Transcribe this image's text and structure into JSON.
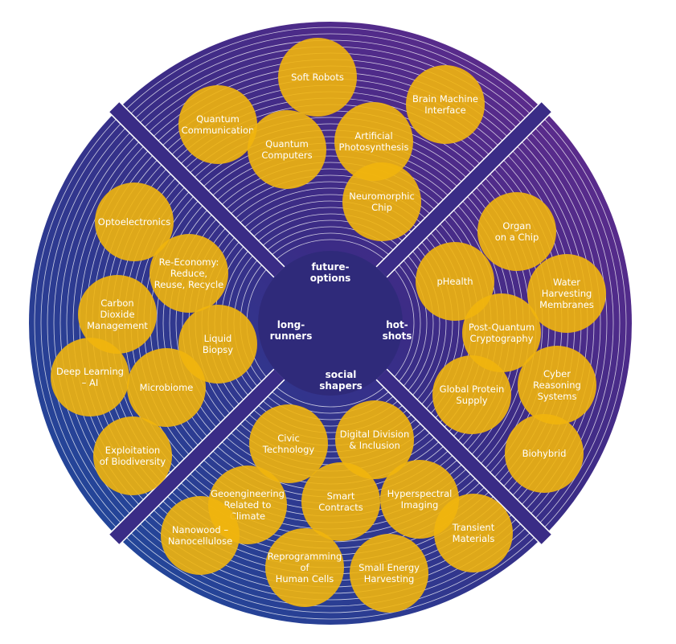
{
  "colors": {
    "bg_start": "#1b4fa0",
    "bg_mid": "#3a2c86",
    "bg_end": "#6a2a8e",
    "core": "#2f2a7a",
    "bubble": "#f1b50d",
    "ring": "#ffffff"
  },
  "center_labels": {
    "top": [
      "future-",
      "options"
    ],
    "left": [
      "long-",
      "runners"
    ],
    "right": [
      "hot-",
      "shots"
    ],
    "bottom": [
      "social",
      "shapers"
    ]
  },
  "topics": [
    {
      "key": "soft-robots",
      "lines": [
        "Soft Robots"
      ]
    },
    {
      "key": "brain-machine-interface",
      "lines": [
        "Brain Machine",
        "Interface"
      ]
    },
    {
      "key": "quantum-communication",
      "lines": [
        "Quantum",
        "Communication"
      ]
    },
    {
      "key": "quantum-computers",
      "lines": [
        "Quantum",
        "Computers"
      ]
    },
    {
      "key": "artificial-photosynthesis",
      "lines": [
        "Artificial",
        "Photosynthesis"
      ]
    },
    {
      "key": "neuromorphic-chip",
      "lines": [
        "Neuromorphic",
        "Chip"
      ]
    },
    {
      "key": "optoelectronics",
      "lines": [
        "Optoelectronics"
      ]
    },
    {
      "key": "re-economy",
      "lines": [
        "Re-Economy:",
        "Reduce,",
        "Reuse, Recycle"
      ]
    },
    {
      "key": "carbon-dioxide-management",
      "lines": [
        "Carbon",
        "Dioxide",
        "Management"
      ]
    },
    {
      "key": "liquid-biopsy",
      "lines": [
        "Liquid",
        "Biopsy"
      ]
    },
    {
      "key": "deep-learning-ai",
      "lines": [
        "Deep Learning",
        "– AI"
      ]
    },
    {
      "key": "microbiome",
      "lines": [
        "Microbiome"
      ]
    },
    {
      "key": "exploitation-of-biodiversity",
      "lines": [
        "Exploitation",
        "of Biodiversity"
      ]
    },
    {
      "key": "organ-on-a-chip",
      "lines": [
        "Organ",
        "on a Chip"
      ]
    },
    {
      "key": "phealth",
      "lines": [
        "pHealth"
      ]
    },
    {
      "key": "water-harvesting-membranes",
      "lines": [
        "Water",
        "Harvesting",
        "Membranes"
      ]
    },
    {
      "key": "post-quantum-cryptography",
      "lines": [
        "Post-Quantum",
        "Cryptography"
      ]
    },
    {
      "key": "global-protein-supply",
      "lines": [
        "Global Protein",
        "Supply"
      ]
    },
    {
      "key": "cyber-reasoning-systems",
      "lines": [
        "Cyber",
        "Reasoning",
        "Systems"
      ]
    },
    {
      "key": "biohybrid",
      "lines": [
        "Biohybrid"
      ]
    },
    {
      "key": "civic-technology",
      "lines": [
        "Civic",
        "Technology"
      ]
    },
    {
      "key": "digital-division-inclusion",
      "lines": [
        "Digital Division",
        "& Inclusion"
      ]
    },
    {
      "key": "geoengineering-climate",
      "lines": [
        "Geoengineering",
        "Related to",
        "Climate"
      ]
    },
    {
      "key": "smart-contracts",
      "lines": [
        "Smart",
        "Contracts"
      ]
    },
    {
      "key": "hyperspectral-imaging",
      "lines": [
        "Hyperspectral",
        "Imaging"
      ]
    },
    {
      "key": "transient-materials",
      "lines": [
        "Transient",
        "Materials"
      ]
    },
    {
      "key": "nanowood-nanocellulose",
      "lines": [
        "Nanowood –",
        "Nanocellulose"
      ]
    },
    {
      "key": "reprogramming-human-cells",
      "lines": [
        "Reprogramming",
        "of",
        "Human Cells"
      ]
    },
    {
      "key": "small-energy-harvesting",
      "lines": [
        "Small Energy",
        "Harvesting"
      ]
    }
  ]
}
